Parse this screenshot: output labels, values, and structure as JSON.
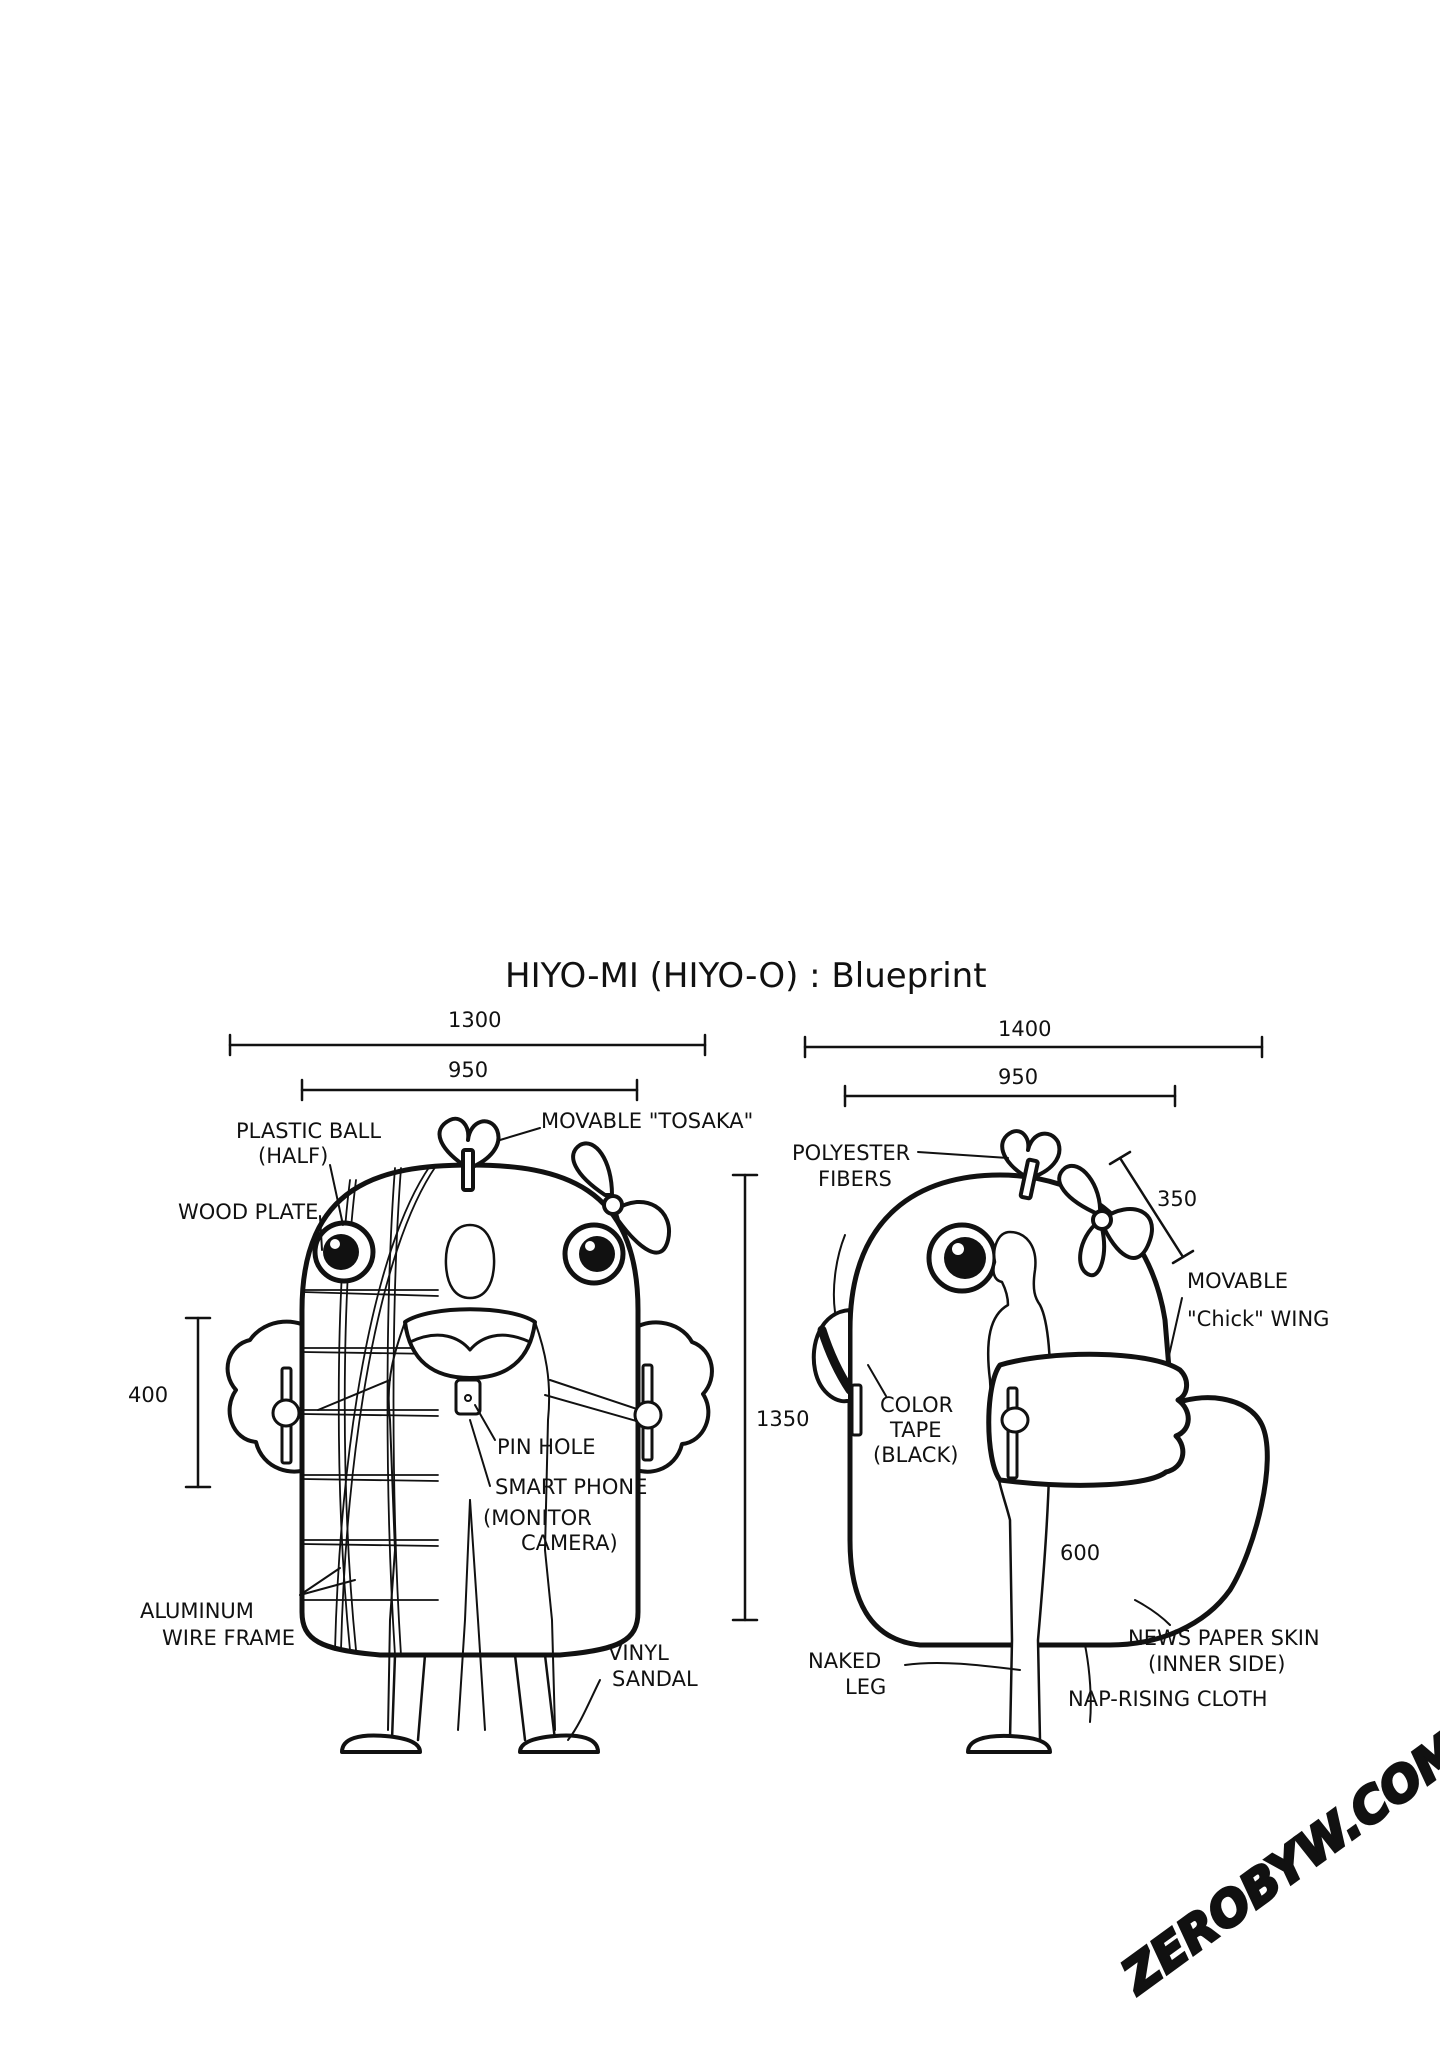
{
  "title": "HIYO-MI (HIYO-O) : Blueprint",
  "front": {
    "dims": {
      "overall_width": "1300",
      "inner_width": "950",
      "wing_height": "400",
      "body_height": "1350"
    },
    "labels": {
      "plastic_ball_1": "PLASTIC BALL",
      "plastic_ball_2": "(HALF)",
      "movable_tosaka": "MOVABLE \"TOSAKA\"",
      "wood_plate": "WOOD PLATE",
      "pin_hole": "PIN HOLE",
      "smart_phone_1": "SMART PHONE",
      "smart_phone_2": "(MONITOR",
      "smart_phone_3": "CAMERA)",
      "aluminum_1": "ALUMINUM",
      "aluminum_2": "WIRE FRAME",
      "vinyl_1": "VINYL",
      "vinyl_2": "SANDAL"
    }
  },
  "side": {
    "dims": {
      "overall_width": "1400",
      "inner_width": "950",
      "bow_length": "350",
      "wing_width": "600"
    },
    "labels": {
      "polyester_1": "POLYESTER",
      "polyester_2": "FIBERS",
      "color_tape_1": "COLOR",
      "color_tape_2": "TAPE",
      "color_tape_3": "(BLACK)",
      "movable_wing_1": "MOVABLE",
      "movable_wing_2": "\"Chick\" WING",
      "naked_leg_1": "NAKED",
      "naked_leg_2": "LEG",
      "newspaper_1": "NEWS PAPER SKIN",
      "newspaper_2": "(INNER SIDE)",
      "nap_rising": "NAP-RISING CLOTH"
    }
  },
  "watermark": "ZEROBYW.COM"
}
